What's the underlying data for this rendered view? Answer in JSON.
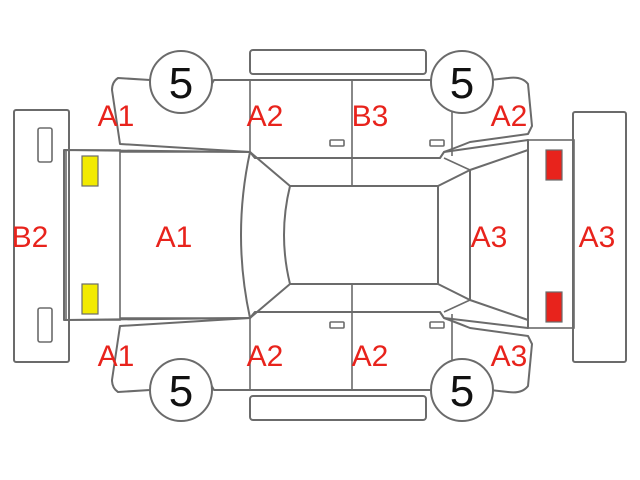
{
  "colors": {
    "label": "#e8231c",
    "outline": "#6b6b6b",
    "front_lamp": "#f2ea00",
    "rear_lamp": "#e8231c"
  },
  "labels": {
    "front_bumper": "B2",
    "hood": "A1",
    "front_left_fender": "A1",
    "front_right_fender": "A1",
    "front_left_door": "A2",
    "rear_left_door": "B3",
    "rear_left_quarter": "A2",
    "front_right_door": "A2",
    "rear_right_door": "A2",
    "rear_right_quarter": "A3",
    "tailgate": "A3",
    "rear_bumper": "A3"
  },
  "wheels": {
    "front_left": "5",
    "rear_left": "5",
    "front_right": "5",
    "rear_right": "5"
  }
}
